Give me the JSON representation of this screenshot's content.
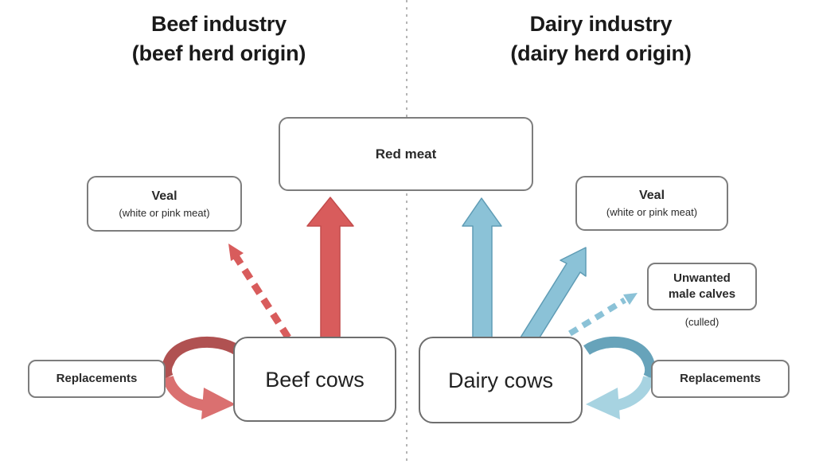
{
  "titles": {
    "left_line1": "Beef industry",
    "left_line2": "(beef herd origin)",
    "right_line1": "Dairy industry",
    "right_line2": "(dairy herd origin)"
  },
  "boxes": {
    "red_meat": {
      "label": "Red meat"
    },
    "veal_left": {
      "title": "Veal",
      "subtitle": "(white or pink meat)"
    },
    "veal_right": {
      "title": "Veal",
      "subtitle": "(white or pink meat)"
    },
    "unwanted_male_calves": {
      "line1": "Unwanted",
      "line2": "male calves",
      "note": "(culled)"
    },
    "replacements_left": {
      "label": "Replacements"
    },
    "replacements_right": {
      "label": "Replacements"
    },
    "beef_cows": {
      "label": "Beef cows"
    },
    "dairy_cows": {
      "label": "Dairy cows"
    }
  },
  "colors": {
    "beef_arrow_fill": "#d85c5c",
    "beef_arrow_outline": "#c34c4c",
    "beef_loop_dark": "#b05151",
    "beef_loop_light": "#da7070",
    "dairy_arrow_fill": "#8bc2d7",
    "dairy_arrow_outline": "#5f9cb5",
    "dairy_loop_dark": "#67a3ba",
    "dairy_loop_light": "#a7d3e1",
    "box_border": "#7d7d7d",
    "divider": "#b5b5b5",
    "text": "#1f1f1f"
  }
}
